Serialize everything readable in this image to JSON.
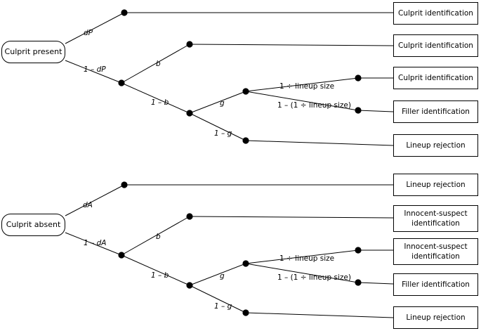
{
  "trees": [
    {
      "root": "Culprit present",
      "detect_label": "dP",
      "not_detect_label": "1 – dP",
      "outcomes": {
        "detected": "Culprit identification",
        "b": "Culprit identification",
        "g_chance": "Culprit identification",
        "g_rest": "Filler identification",
        "not_g": "Lineup rejection"
      }
    },
    {
      "root": "Culprit absent",
      "detect_label": "dA",
      "not_detect_label": "1 – dA",
      "outcomes": {
        "detected": "Lineup rejection",
        "b": "Innocent-suspect identification",
        "g_chance": "Innocent-suspect identification",
        "g_rest": "Filler identification",
        "not_g": "Lineup rejection"
      }
    }
  ],
  "branch_labels": {
    "b": "b",
    "not_b": "1 – b",
    "g": "g",
    "not_g": "1 – g",
    "chance": "1 ÷ lineup size",
    "not_chance": "1 – (1 ÷ lineup size)"
  }
}
